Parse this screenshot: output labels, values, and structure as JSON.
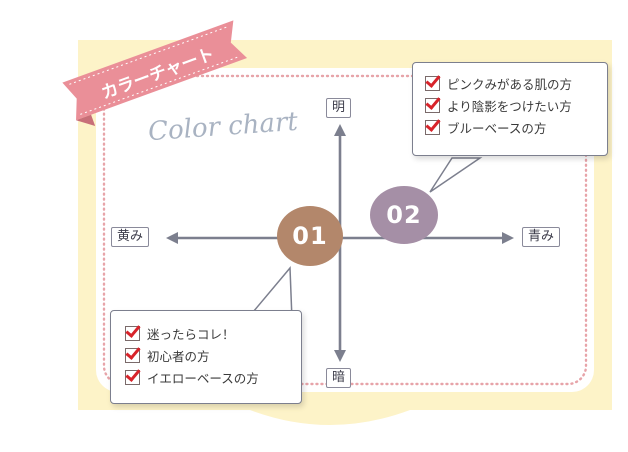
{
  "banner": {
    "title": "カラーチャート"
  },
  "subtitle": "Color chart",
  "axes": {
    "top": "明",
    "bottom": "暗",
    "left": "黄み",
    "right": "青み"
  },
  "groups": [
    {
      "number": "01",
      "color": "#b3876b",
      "items": [
        "迷ったらコレ！",
        "初心者の方",
        "イエローベースの方"
      ]
    },
    {
      "number": "02",
      "color": "#a58fa6",
      "items": [
        "ピンクみがある肌の方",
        "より陰影をつけたい方",
        "ブルーベースの方"
      ]
    }
  ],
  "colors": {
    "card_fill": "#fdf3c8",
    "frame_dots": "#e7a4a9",
    "banner": "#ea8f98",
    "axis": "#7c7f8e"
  }
}
